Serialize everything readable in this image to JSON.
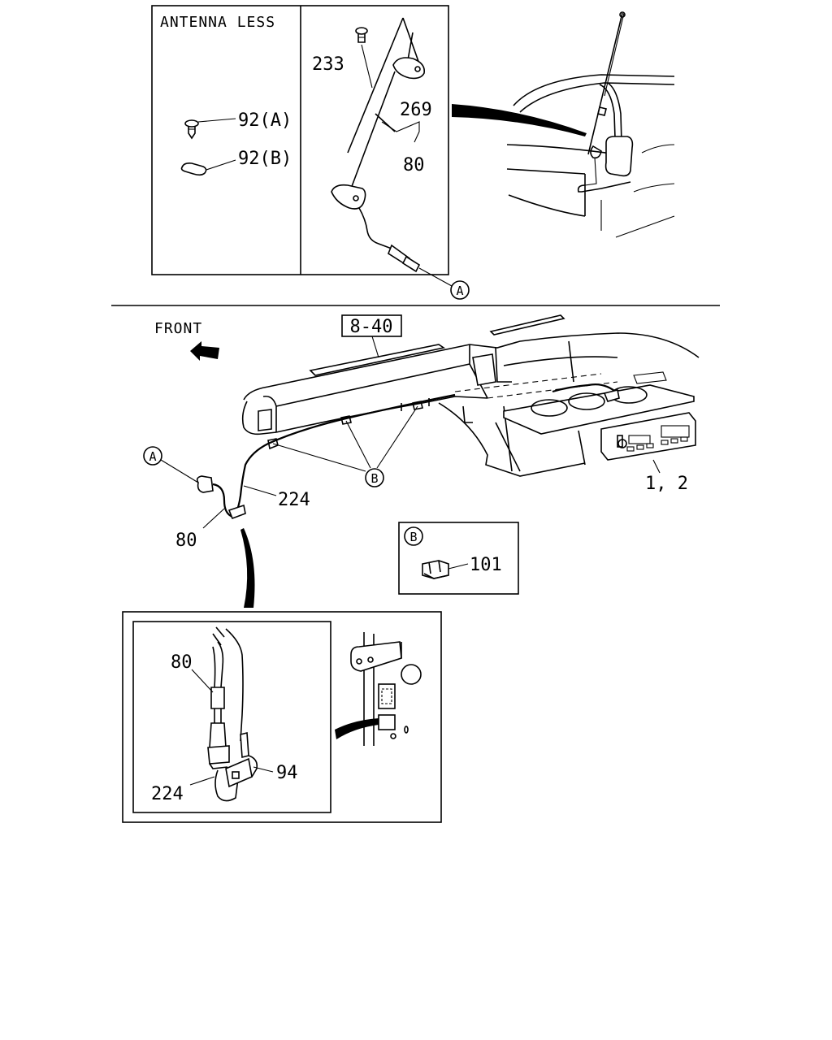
{
  "colors": {
    "line": "#000000",
    "background": "#ffffff"
  },
  "panel_top": {
    "title": "ANTENNA LESS",
    "callouts": {
      "p233": "233",
      "p269": "269",
      "p80": "80",
      "p92a": "92(A)",
      "p92b": "92(B)",
      "ref_a": "A"
    }
  },
  "main": {
    "front_label": "FRONT",
    "section_ref": "8-40",
    "callouts": {
      "ref_a": "A",
      "p80": "80",
      "p224": "224",
      "ref_b": "B",
      "p1_2": "1, 2"
    }
  },
  "detail_b": {
    "ref_b": "B",
    "p101": "101"
  },
  "detail_bottom": {
    "callouts": {
      "p80": "80",
      "p94": "94",
      "p224": "224"
    }
  }
}
